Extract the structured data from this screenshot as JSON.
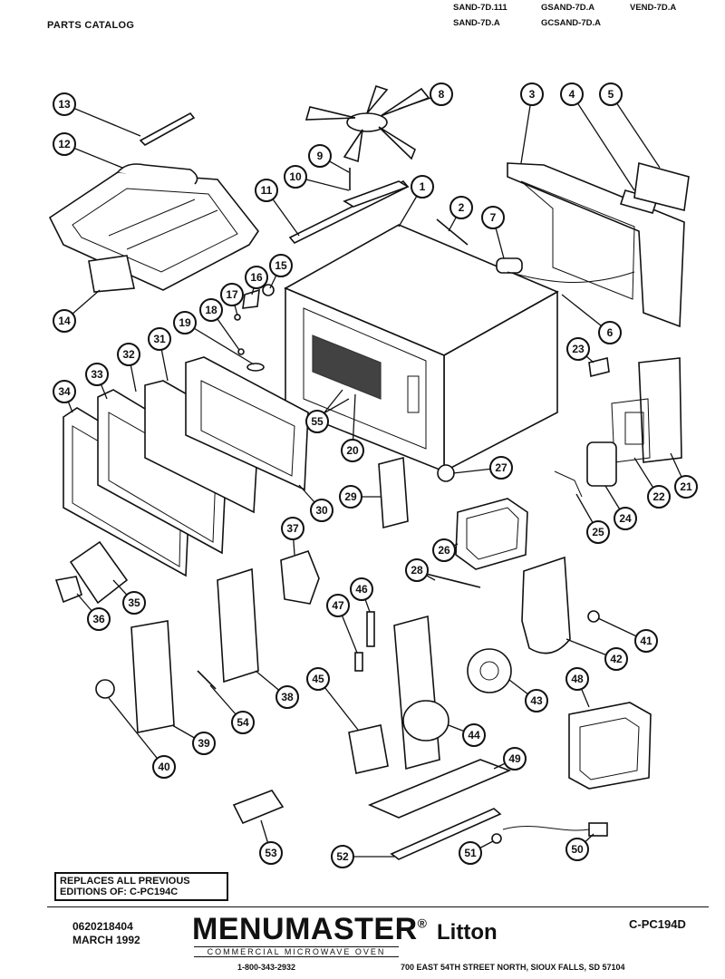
{
  "header": {
    "title": "PARTS CATALOG",
    "models": [
      {
        "label": "SAND-7D.111",
        "col": 0,
        "row": 0
      },
      {
        "label": "GSAND-7D.A",
        "col": 1,
        "row": 0
      },
      {
        "label": "VEND-7D.A",
        "col": 2,
        "row": 0
      },
      {
        "label": "SAND-7D.A",
        "col": 0,
        "row": 1
      },
      {
        "label": "GCSAND-7D.A",
        "col": 1,
        "row": 1
      }
    ]
  },
  "callouts": [
    {
      "n": "1"
    },
    {
      "n": "2"
    },
    {
      "n": "3"
    },
    {
      "n": "4"
    },
    {
      "n": "5"
    },
    {
      "n": "6"
    },
    {
      "n": "7"
    },
    {
      "n": "8"
    },
    {
      "n": "9"
    },
    {
      "n": "10"
    },
    {
      "n": "11"
    },
    {
      "n": "12"
    },
    {
      "n": "13"
    },
    {
      "n": "14"
    },
    {
      "n": "15"
    },
    {
      "n": "16"
    },
    {
      "n": "17"
    },
    {
      "n": "18"
    },
    {
      "n": "19"
    },
    {
      "n": "20"
    },
    {
      "n": "21"
    },
    {
      "n": "22"
    },
    {
      "n": "23"
    },
    {
      "n": "24"
    },
    {
      "n": "25"
    },
    {
      "n": "26"
    },
    {
      "n": "27"
    },
    {
      "n": "28"
    },
    {
      "n": "29"
    },
    {
      "n": "30"
    },
    {
      "n": "31"
    },
    {
      "n": "32"
    },
    {
      "n": "33"
    },
    {
      "n": "34"
    },
    {
      "n": "35"
    },
    {
      "n": "36"
    },
    {
      "n": "37"
    },
    {
      "n": "38"
    },
    {
      "n": "39"
    },
    {
      "n": "40"
    },
    {
      "n": "41"
    },
    {
      "n": "42"
    },
    {
      "n": "43"
    },
    {
      "n": "44"
    },
    {
      "n": "45"
    },
    {
      "n": "46"
    },
    {
      "n": "47"
    },
    {
      "n": "48"
    },
    {
      "n": "49"
    },
    {
      "n": "50"
    },
    {
      "n": "51"
    },
    {
      "n": "52"
    },
    {
      "n": "53"
    },
    {
      "n": "54"
    },
    {
      "n": "55"
    }
  ],
  "replaces": {
    "line1": "REPLACES ALL PREVIOUS",
    "line2": "EDITIONS OF: C-PC194C"
  },
  "footer": {
    "part_number": "0620218404",
    "date": "MARCH 1992",
    "brand": "MENUMASTER",
    "brand_mark": "®",
    "brand_sub": "COMMERCIAL MICROWAVE OVEN",
    "phone": "1-800-343-2932",
    "company": "Litton",
    "catalog_code": "C-PC194D",
    "address": "700 EAST 54TH STREET NORTH, SIOUX FALLS, SD  57104"
  }
}
